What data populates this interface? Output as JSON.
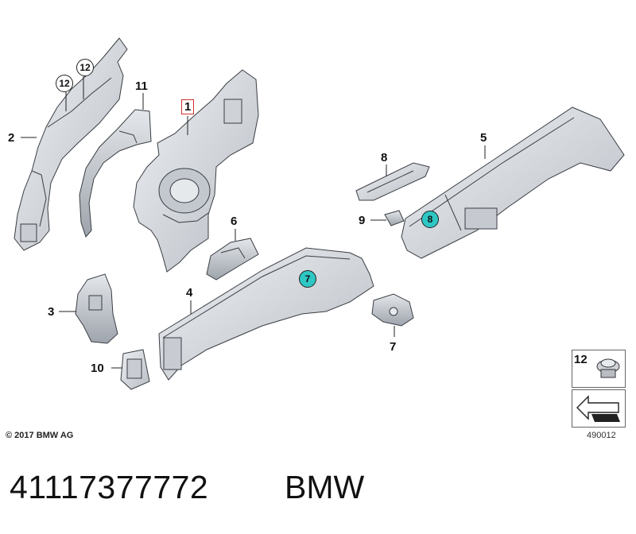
{
  "callouts": {
    "c1": "1",
    "c2": "2",
    "c3": "3",
    "c4": "4",
    "c5": "5",
    "c6": "6",
    "c7a": "7",
    "c7b": "7",
    "c8a": "8",
    "c8b": "8",
    "c9": "9",
    "c10": "10",
    "c11": "11",
    "c12a": "12",
    "c12b": "12"
  },
  "legend": {
    "item_number": "12"
  },
  "footer": {
    "copyright": "© 2017 BMW AG",
    "diagram_id": "490012",
    "part_number": "41117377772",
    "brand": "BMW"
  },
  "colors": {
    "part_fill": "#d9dde2",
    "part_stroke": "#3a3e44",
    "highlight_circle": "#2ec7c4",
    "selected_box": "#d03030"
  }
}
